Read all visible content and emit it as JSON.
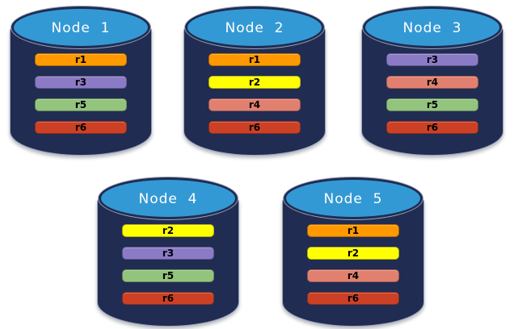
{
  "diagram": {
    "description_colors": {
      "background": "#FFFFFF",
      "cylinder_body": "#202C52",
      "cylinder_top": "#3399D5",
      "title_text": "#FFFFFF",
      "bar_text": "#000000"
    },
    "palette": {
      "r1": "#FF9900",
      "r2": "#FFFF00",
      "r3": "#8B7BC6",
      "r4": "#E2806F",
      "r5": "#93C47D",
      "r6": "#CC4125"
    },
    "nodes": [
      {
        "title": "Node  1",
        "replicas": [
          "r1",
          "r3",
          "r5",
          "r6"
        ]
      },
      {
        "title": "Node  2",
        "replicas": [
          "r1",
          "r2",
          "r4",
          "r6"
        ]
      },
      {
        "title": "Node  3",
        "replicas": [
          "r3",
          "r4",
          "r5",
          "r6"
        ]
      },
      {
        "title": "Node  4",
        "replicas": [
          "r2",
          "r3",
          "r5",
          "r6"
        ]
      },
      {
        "title": "Node  5",
        "replicas": [
          "r1",
          "r2",
          "r4",
          "r6"
        ]
      }
    ]
  }
}
